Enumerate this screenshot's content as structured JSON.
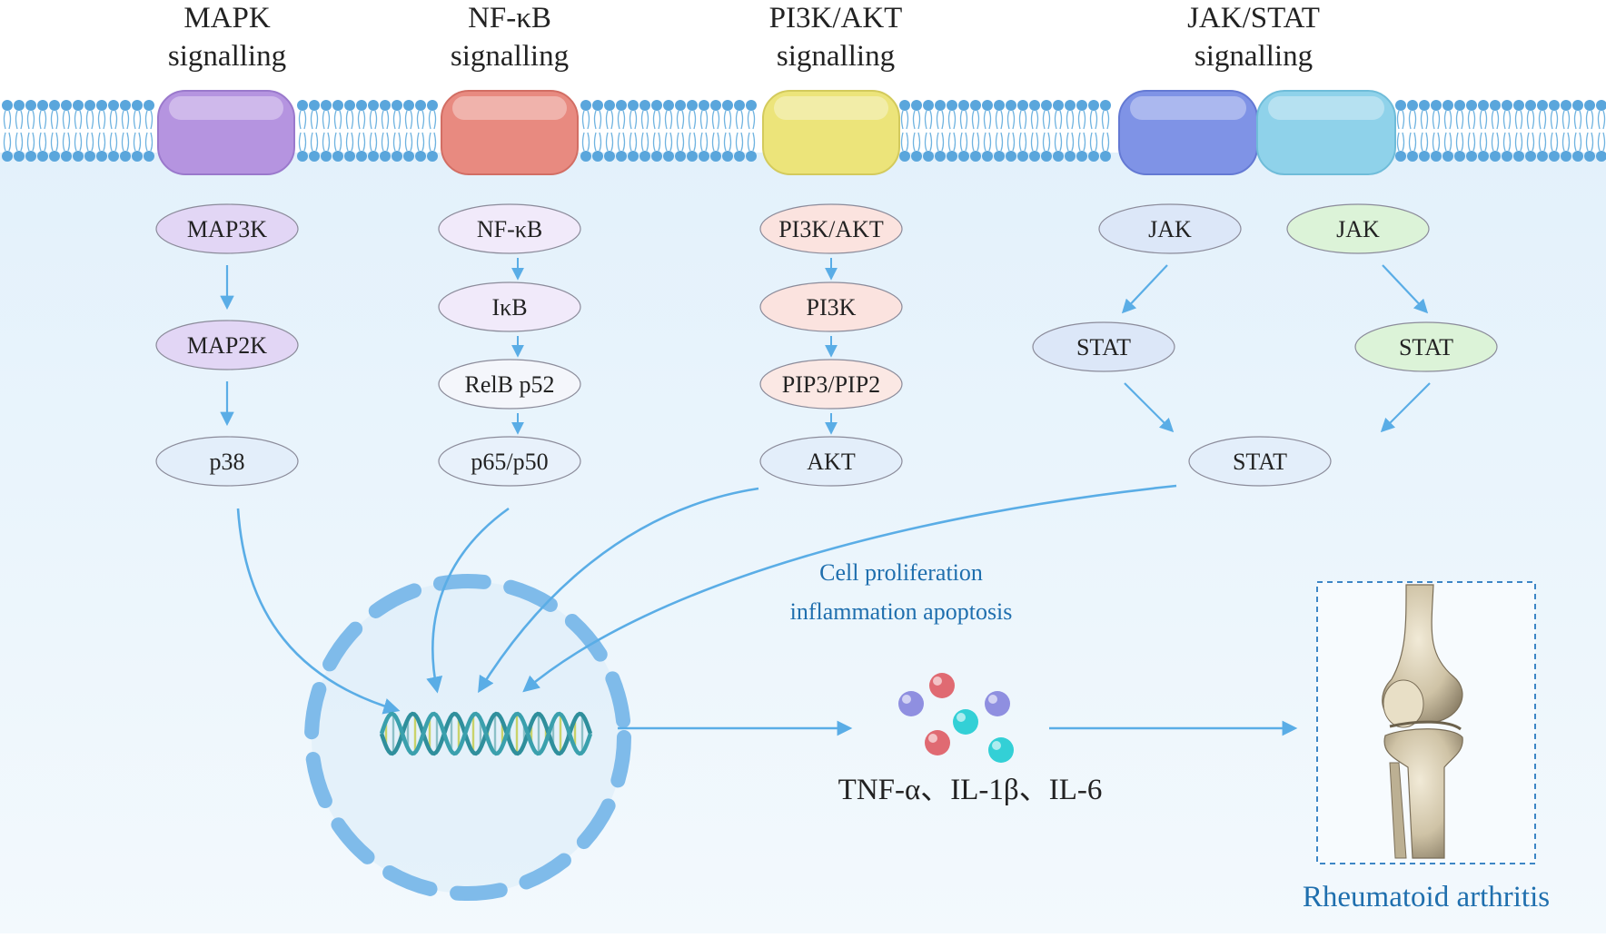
{
  "pathways": [
    {
      "title_line1": "MAPK",
      "title_line2": "signalling",
      "receptor_color": "#b594e0",
      "nodes": [
        "MAP3K",
        "MAP2K",
        "p38"
      ],
      "node_tint": "#d9c9f2"
    },
    {
      "title_line1": "NF-κB",
      "title_line2": "signalling",
      "receptor_color": "#e88a80",
      "nodes": [
        "NF-κB",
        "IκB",
        "RelB p52",
        "p65/p50"
      ],
      "node_tint": "#e8dcf4"
    },
    {
      "title_line1": "PI3K/AKT",
      "title_line2": "signalling",
      "receptor_color": "#ece47a",
      "nodes": [
        "PI3K/AKT",
        "PI3K",
        "PIP3/PIP2",
        "AKT"
      ],
      "node_tint": "#fadcd8"
    },
    {
      "title_line1": "JAK/STAT",
      "title_line2": "signalling",
      "receptor_color": "#7f93e6",
      "receptor_color_2": "#8fd2ea",
      "nodes": [
        "JAK",
        "JAK",
        "STAT",
        "STAT",
        "STAT"
      ],
      "node_tint": "#d4e2f7",
      "node_tint_2": "#d6f2d2"
    }
  ],
  "effects_label_line1": "Cell proliferation",
  "effects_label_line2": "inflammation apoptosis",
  "cytokines_label": "TNF-α、IL-1β、IL-6",
  "disease_label": "Rheumatoid arthritis",
  "colors": {
    "membrane_head": "#5aa6dc",
    "membrane_tail": "#6fb3e0",
    "cytoplasm": "#eaf5fc",
    "arrow": "#5aade6",
    "nucleus": "#7fbbea",
    "dna_a": "#2f8f9c",
    "dna_b": "#c9d36a",
    "accent_text": "#1f6fae"
  },
  "icons": [
    "receptor-capsule",
    "dna-icon",
    "cytokine-spheres",
    "knee-joint-image"
  ]
}
